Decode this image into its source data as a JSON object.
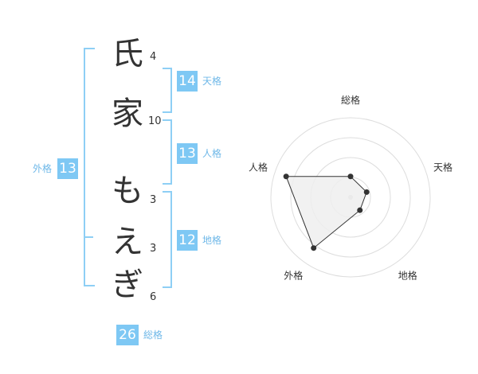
{
  "name": {
    "chars": [
      {
        "char": "氏",
        "strokes": "4"
      },
      {
        "char": "家",
        "strokes": "10"
      },
      {
        "char": "も",
        "strokes": "3"
      },
      {
        "char": "え",
        "strokes": "3"
      },
      {
        "char": "ぎ",
        "strokes": "6"
      }
    ]
  },
  "kaku": {
    "tenkaku": {
      "value": "14",
      "label": "天格"
    },
    "jinkaku": {
      "value": "13",
      "label": "人格"
    },
    "chikaku": {
      "value": "12",
      "label": "地格"
    },
    "gaikaku": {
      "value": "13",
      "label": "外格"
    },
    "soukaku": {
      "value": "26",
      "label": "総格"
    }
  },
  "colors": {
    "accent": "#7ec8f4",
    "bracket": "#8ecff5"
  },
  "chart_data": {
    "type": "radar",
    "axes": [
      "総格",
      "天格",
      "地格",
      "外格",
      "人格"
    ],
    "values": [
      1.05,
      0.85,
      0.8,
      3.15,
      3.4
    ],
    "rings": 4,
    "max": 4
  }
}
